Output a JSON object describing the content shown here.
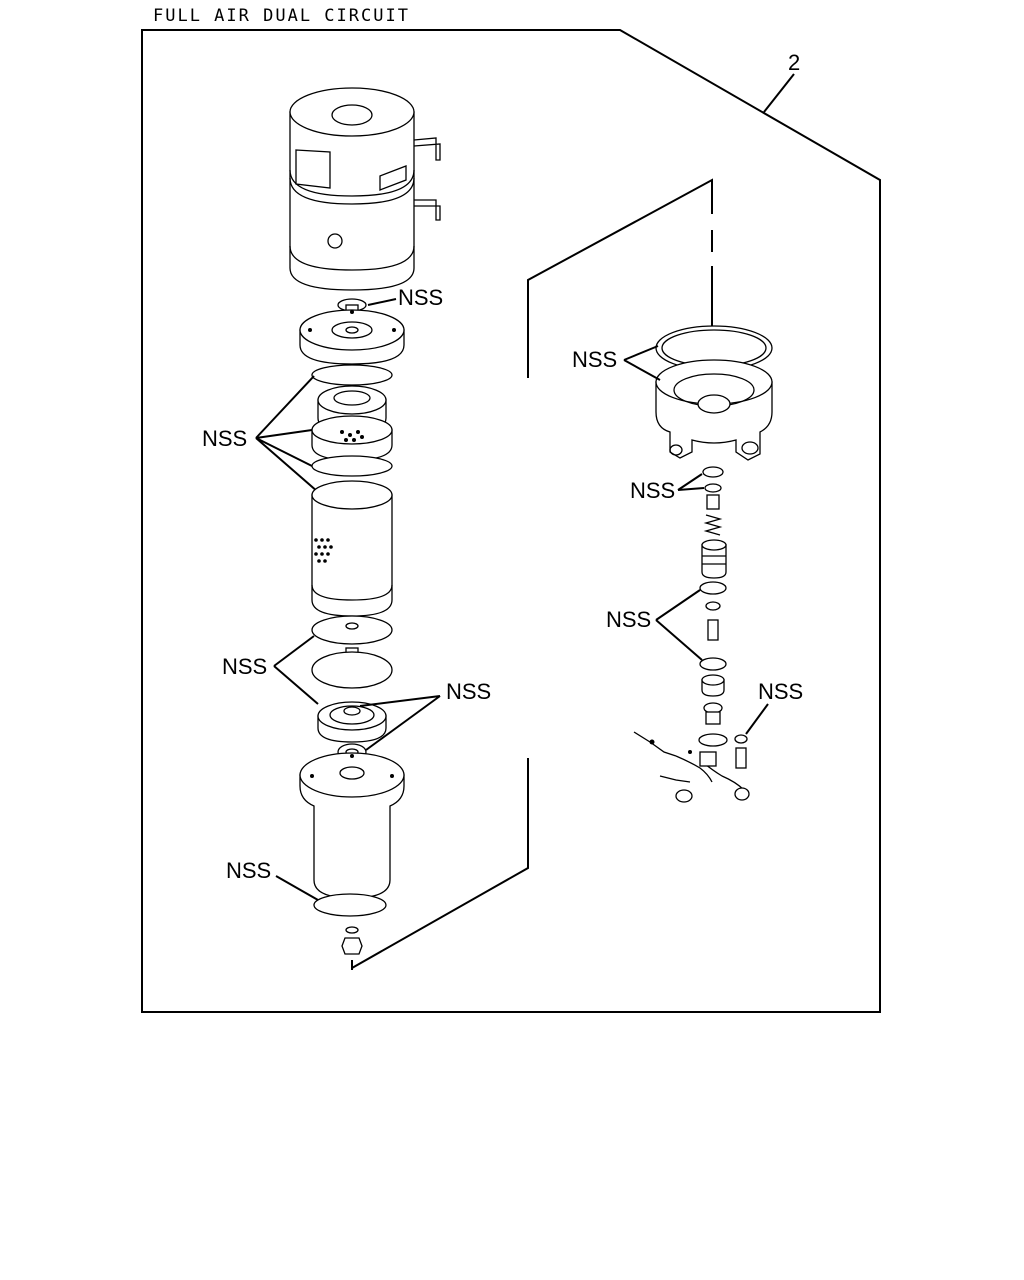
{
  "diagram": {
    "title": "FULL AIR DUAL CIRCUIT",
    "callout_number": "2",
    "labels": {
      "nss_top_cap": "NSS",
      "nss_left_seals": "NSS",
      "nss_left_discs": "NSS",
      "nss_left_nut": "NSS",
      "nss_left_bottom": "NSS",
      "nss_right_housing": "NSS",
      "nss_right_orings_top": "NSS",
      "nss_right_orings_mid": "NSS",
      "nss_right_fitting": "NSS"
    }
  }
}
